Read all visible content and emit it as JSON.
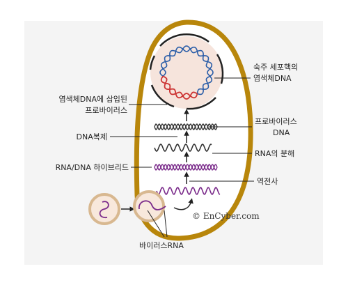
{
  "labels": {
    "host_nucleus_line1": "숙주 세포핵의",
    "host_nucleus_line2": "염색체DNA",
    "integrated_line1": "염색체DNA에 삽입된",
    "integrated_line2": "프로바이러스",
    "dna_replication": "DNA복제",
    "provirus_line1": "프로바이러스",
    "provirus_line2": "DNA",
    "rna_degradation": "RNA의 분해",
    "hybrid": "RNA/DNA 하이브리드",
    "reverse_transcription": "역전사",
    "virus_rna": "바이러스RNA",
    "copyright": "© EnCyber.com"
  },
  "colors": {
    "cell_outline": "#b8860b",
    "cell_fill": "#ffffff",
    "nucleus_fill": "#f6e4dc",
    "chromosome": "#2a5da8",
    "provirus_insert": "#cc3333",
    "rna": "#7a2a8a",
    "dna": "#333333",
    "virus_fill": "#f8e8dc",
    "virus_outline": "#d8b890",
    "panel_bg": "#f4f4f4"
  }
}
